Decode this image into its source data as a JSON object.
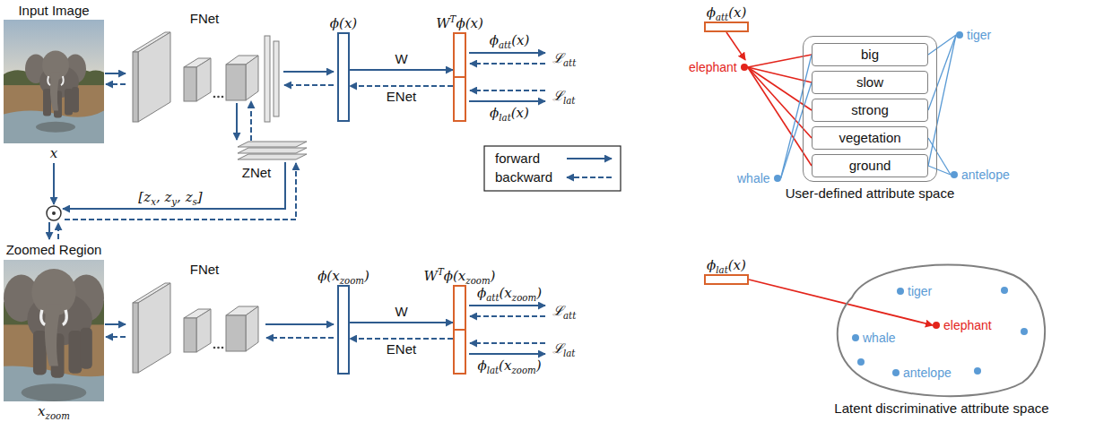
{
  "diagram": {
    "nodes": [
      {
        "text": [
          "ϕ(x)"
        ]
      },
      {
        "text": [
          "WTϕ(x)"
        ]
      },
      {
        "text": [
          "ϕatt(x)"
        ]
      },
      {
        "text": [
          "elephant"
        ]
      },
      {
        "text": [
          "User-defined attribute space"
        ]
      },
      {
        "text": [
          "big"
        ],
        "in": 4
      },
      {
        "text": [
          "slow"
        ],
        "in": 4
      },
      {
        "text": [
          "strong"
        ],
        "in": 4
      },
      {
        "text": [
          "vegetation"
        ],
        "in": 4
      },
      {
        "text": [
          "ground"
        ],
        "in": 4
      },
      {
        "text": [
          "tiger"
        ]
      },
      {
        "text": [
          "whale"
        ]
      },
      {
        "text": [
          "antelope"
        ]
      },
      {
        "text": [
          "ϕ(xzoom)"
        ]
      },
      {
        "text": [
          "WTϕ(xzoom)"
        ]
      },
      {
        "text": [
          "ϕlat(x)"
        ]
      },
      {
        "text": [
          "Latent discriminative attribute space"
        ]
      },
      {
        "text": [
          "tiger"
        ],
        "in": 16
      },
      {
        "text": [
          "whale"
        ],
        "in": 16
      },
      {
        "text": [
          "elephant"
        ],
        "in": 16
      },
      {
        "text": [
          "antelope"
        ],
        "in": 16
      }
    ],
    "edges": [
      {
        "from": 0,
        "to": 1,
        "label": "W",
        "arrow": "to"
      },
      {
        "from": 1,
        "to": 0,
        "label": "ENet",
        "arrow": "to"
      },
      {
        "from": 13,
        "to": 14,
        "label": "W",
        "arrow": "to"
      },
      {
        "from": 14,
        "to": 13,
        "label": "ENet",
        "arrow": "to"
      },
      {
        "from": 2,
        "to": 3,
        "arrow": "to"
      },
      {
        "from": 3,
        "to": 5,
        "arrow": "none"
      },
      {
        "from": 3,
        "to": 6,
        "arrow": "none"
      },
      {
        "from": 3,
        "to": 7,
        "arrow": "none"
      },
      {
        "from": 3,
        "to": 8,
        "arrow": "none"
      },
      {
        "from": 3,
        "to": 9,
        "arrow": "none"
      },
      {
        "from": 10,
        "to": 5,
        "arrow": "none"
      },
      {
        "from": 10,
        "to": 7,
        "arrow": "none"
      },
      {
        "from": 10,
        "to": 9,
        "arrow": "none"
      },
      {
        "from": 11,
        "to": 5,
        "arrow": "none"
      },
      {
        "from": 11,
        "to": 6,
        "arrow": "none"
      },
      {
        "from": 12,
        "to": 8,
        "arrow": "none"
      },
      {
        "from": 12,
        "to": 9,
        "arrow": "none"
      },
      {
        "from": 15,
        "to": 19,
        "arrow": "to"
      }
    ],
    "labels": [
      "Input Image",
      "x",
      "FNet",
      "ZNet",
      "[zx, zy, zs]",
      "ϕatt(x)",
      "ℒatt",
      "ϕlat(x)",
      "ℒlat",
      "Zoomed Region",
      "xzoom",
      "FNet",
      "ϕatt(xzoom)",
      "ℒatt",
      "ϕlat(xzoom)",
      "ℒlat"
    ],
    "legend": [
      {
        "text": "forward"
      },
      {
        "text": "backward"
      }
    ]
  }
}
